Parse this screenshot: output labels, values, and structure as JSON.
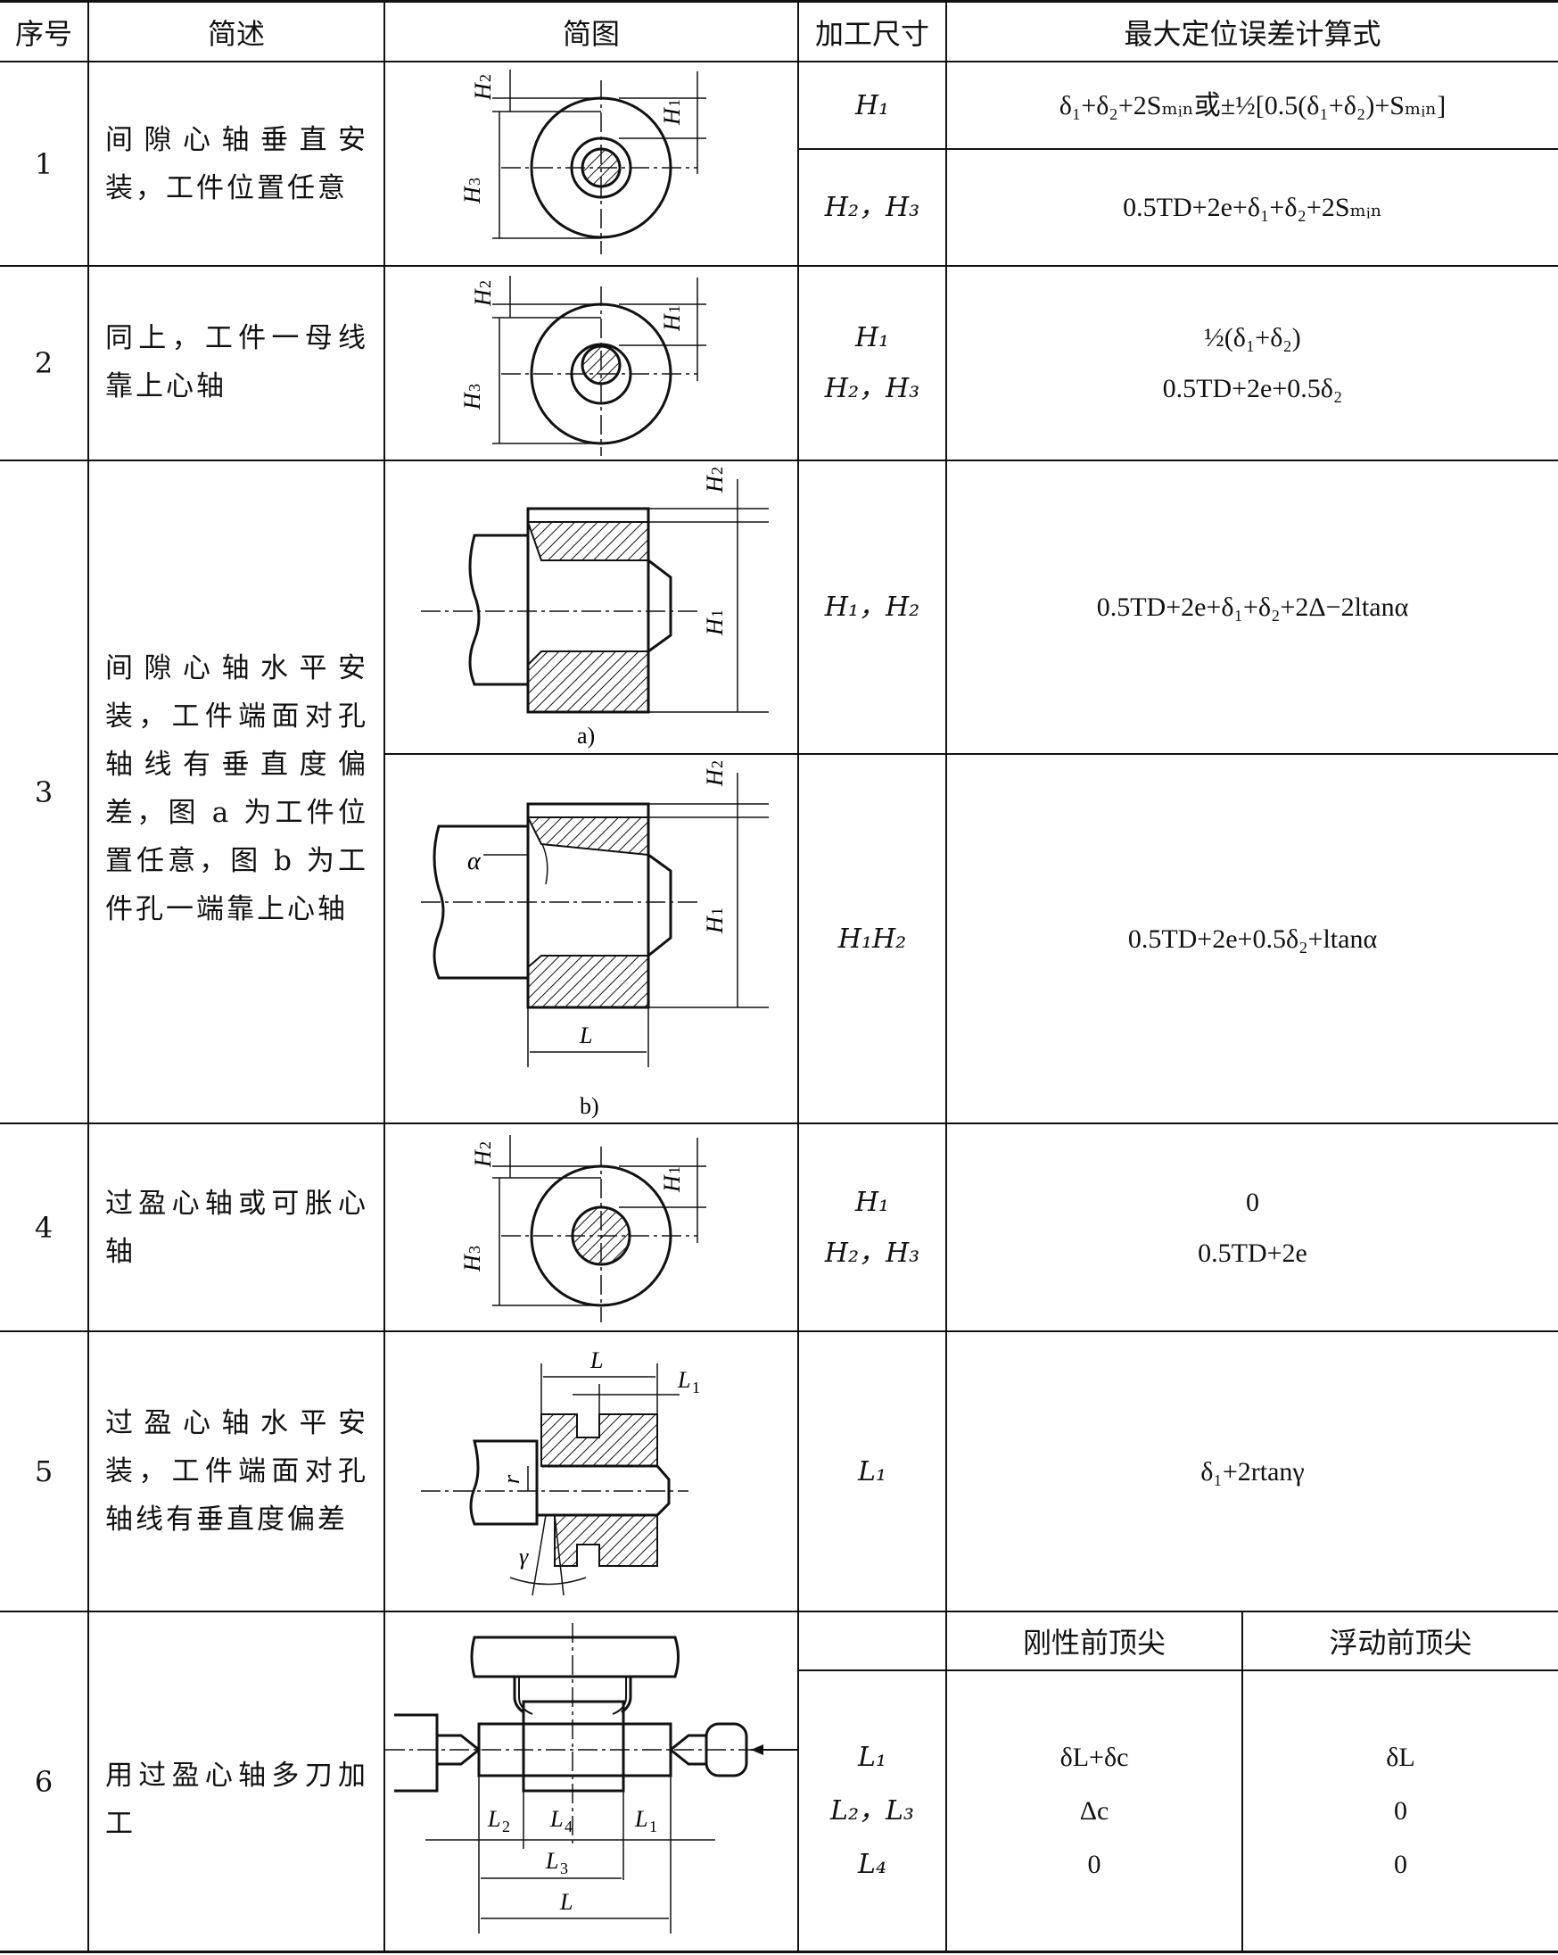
{
  "headers": {
    "no": "序号",
    "desc": "简述",
    "diagram": "简图",
    "dims": "加工尺寸",
    "formula": "最大定位误差计算式"
  },
  "rows": [
    {
      "no": "1",
      "desc": "间隙心轴垂直安装，工件位置任意",
      "dims": [
        "H₁",
        "H₂，H₃"
      ],
      "formulas": [
        "δ₁+δ₂+2Sₘᵢₙ或±½[0.5(δ₁+δ₂)+Sₘᵢₙ]",
        "0.5TD+2e+δ₁+δ₂+2Sₘᵢₙ"
      ]
    },
    {
      "no": "2",
      "desc": "同上，工件一母线靠上心轴",
      "dims": [
        "H₁",
        "H₂，H₃"
      ],
      "formulas": [
        "½(δ₁+δ₂)",
        "0.5TD+2e+0.5δ₂"
      ]
    },
    {
      "no": "3",
      "desc": "间隙心轴水平安装，工件端面对孔轴线有垂直度偏差，图 a 为工件位置任意，图 b 为工件孔一端靠上心轴",
      "dims": [
        "H₁，H₂",
        "H₁H₂"
      ],
      "formulas": [
        "0.5TD+2e+δ₁+δ₂+2Δ−2ltanα",
        "0.5TD+2e+0.5δ₂+ltanα"
      ],
      "captions": [
        "a)",
        "b)"
      ]
    },
    {
      "no": "4",
      "desc": "过盈心轴或可胀心轴",
      "dims": [
        "H₁",
        "H₂，H₃"
      ],
      "formulas": [
        "0",
        "0.5TD+2e"
      ]
    },
    {
      "no": "5",
      "desc": "过盈心轴水平安装，工件端面对孔轴线有垂直度偏差",
      "dims": [
        "L₁"
      ],
      "formulas": [
        "δ₁+2rtanγ"
      ]
    },
    {
      "no": "6",
      "desc": "用过盈心轴多刀加工",
      "subheaders": [
        "刚性前顶尖",
        "浮动前顶尖"
      ],
      "dims": [
        "L₁",
        "L₂，L₃",
        "L₄"
      ],
      "rigid": [
        "δL+δc",
        "Δc",
        "0"
      ],
      "floating": [
        "δL",
        "0",
        "0"
      ]
    }
  ]
}
